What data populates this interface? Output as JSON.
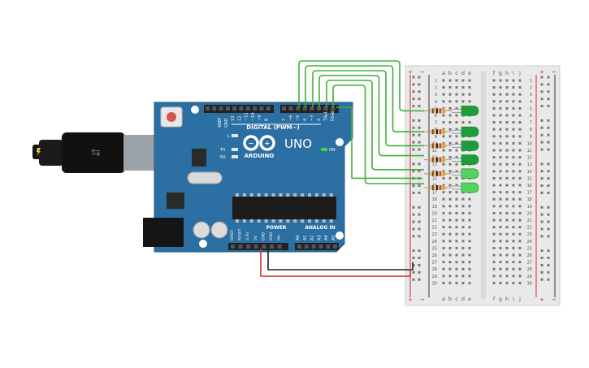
{
  "arduino": {
    "brand": "ARDUINO",
    "model": "UNO",
    "digital_header": "DIGITAL (PWM~)",
    "aref": "AREF",
    "gnd": "GND",
    "digital_pins": [
      "13",
      "12",
      "~11",
      "~10",
      "~9",
      "8",
      "7",
      "~6",
      "~5",
      "4",
      "~3",
      "2",
      "TX▸1",
      "RX◂0"
    ],
    "led_l": "L",
    "led_tx": "TX",
    "led_rx": "RX",
    "on_label": "ON",
    "power_header": "POWER",
    "power_pins": [
      "IOREF",
      "RESET",
      "3.3V",
      "5V",
      "GND",
      "GND",
      "Vin"
    ],
    "analog_header": "ANALOG IN",
    "analog_pins": [
      "A0",
      "A1",
      "A2",
      "A3",
      "A4",
      "A5"
    ]
  },
  "breadboard": {
    "rows": 30,
    "left_cols": [
      "a",
      "b",
      "c",
      "d",
      "e"
    ],
    "right_cols": [
      "f",
      "g",
      "h",
      "i",
      "j"
    ],
    "rail_plus": "+",
    "rail_minus": "−",
    "leds": [
      {
        "row": 5,
        "color": "#1e9e3a"
      },
      {
        "row": 8,
        "color": "#1e9e3a"
      },
      {
        "row": 10,
        "color": "#1e9e3a"
      },
      {
        "row": 12,
        "color": "#1e9e3a"
      },
      {
        "row": 14,
        "color": "#52d45a"
      },
      {
        "row": 16,
        "color": "#52d45a"
      }
    ]
  },
  "colors": {
    "board": "#2b6fa3",
    "wire_signal": "#3fb03a",
    "wire_ground": "#222222",
    "wire_power": "#d22a2a",
    "rail_plus": "#d22a2a",
    "rail_minus": "#333333"
  }
}
